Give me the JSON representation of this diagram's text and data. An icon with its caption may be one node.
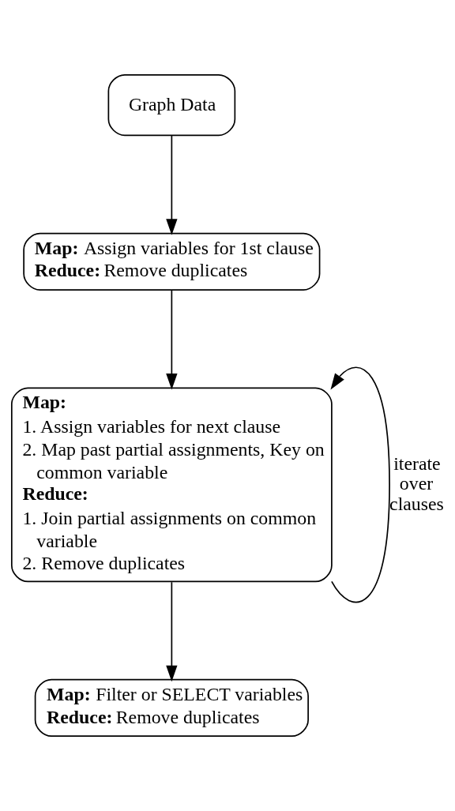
{
  "diagram": {
    "nodes": [
      {
        "text": [
          "Graph Data"
        ]
      },
      {
        "text": [
          "**Map:** Assign variables for 1st clause",
          "**Reduce:** Remove duplicates"
        ]
      },
      {
        "text": [
          "**Map:**",
          "1. Assign variables for next clause",
          "2. Map past partial assignments, Key on common variable",
          "**Reduce:**",
          "1. Join partial assignments on common variable",
          "2. Remove duplicates"
        ]
      },
      {
        "text": [
          "**Map:** Filter or SELECT variables",
          "**Reduce:** Remove duplicates"
        ]
      }
    ],
    "edges": [
      {
        "from": 0,
        "to": 1,
        "arrow": "to"
      },
      {
        "from": 1,
        "to": 2,
        "arrow": "to"
      },
      {
        "from": 2,
        "to": 2,
        "arrow": "to",
        "label": "iterate over clauses"
      },
      {
        "from": 2,
        "to": 3,
        "arrow": "to"
      }
    ]
  }
}
